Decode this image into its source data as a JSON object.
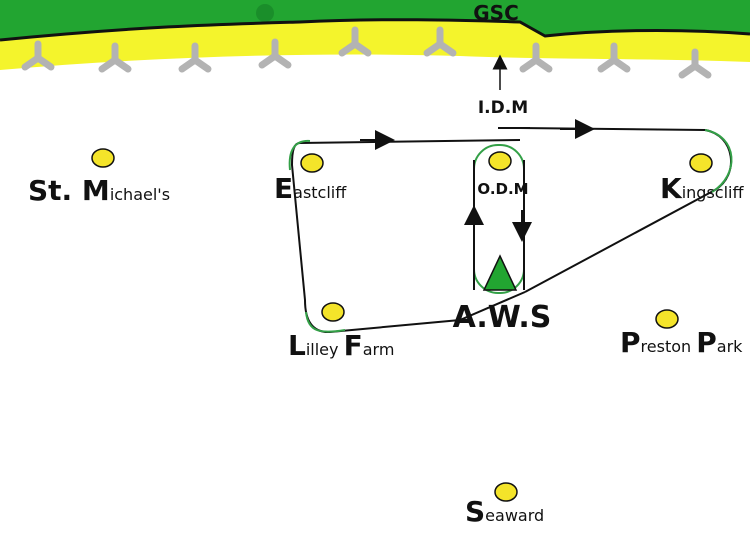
{
  "colors": {
    "sea": "#22a531",
    "sand": "#f4f42c",
    "marker": "#f4e42a",
    "route_outline": "#33a047",
    "triangle": "#22a531",
    "ink": "#111111"
  },
  "coast": {
    "label": "GSC"
  },
  "idm": {
    "label": "I.D.M"
  },
  "aws": {
    "label": "A.W.S"
  },
  "odm": {
    "label": "O.D.M"
  },
  "places": {
    "st_michaels": {
      "initial": "St. M",
      "rest": "ichael's"
    },
    "eastcliff": {
      "initial": "E",
      "rest": "astcliff"
    },
    "kingscliff": {
      "initial": "K",
      "rest": "ingscliff"
    },
    "lilley_farm": {
      "initial1": "L",
      "rest1": "illey ",
      "initial2": "F",
      "rest2": "arm"
    },
    "preston_park": {
      "initial1": "P",
      "rest1": "reston ",
      "initial2": "P",
      "rest2": "ark"
    },
    "seaward": {
      "initial": "S",
      "rest": "eaward"
    }
  }
}
